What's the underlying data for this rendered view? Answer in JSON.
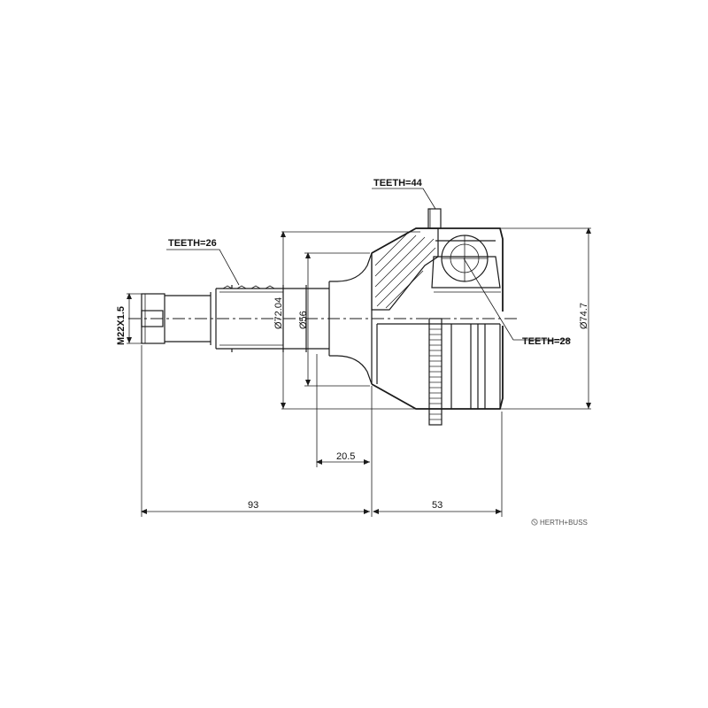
{
  "labels": {
    "teeth_outer": "TEETH=44",
    "teeth_shaft": "TEETH=26",
    "teeth_inner": "TEETH=28",
    "thread": "M22X1.5",
    "dia_small": "Ø72.04",
    "dia_56": "Ø56",
    "dia_large": "Ø74.7",
    "len_20_5": "20.5",
    "len_93": "93",
    "len_53": "53"
  },
  "brand": {
    "name": "HERTH+BUSS",
    "icon": "hb-logo-icon"
  }
}
